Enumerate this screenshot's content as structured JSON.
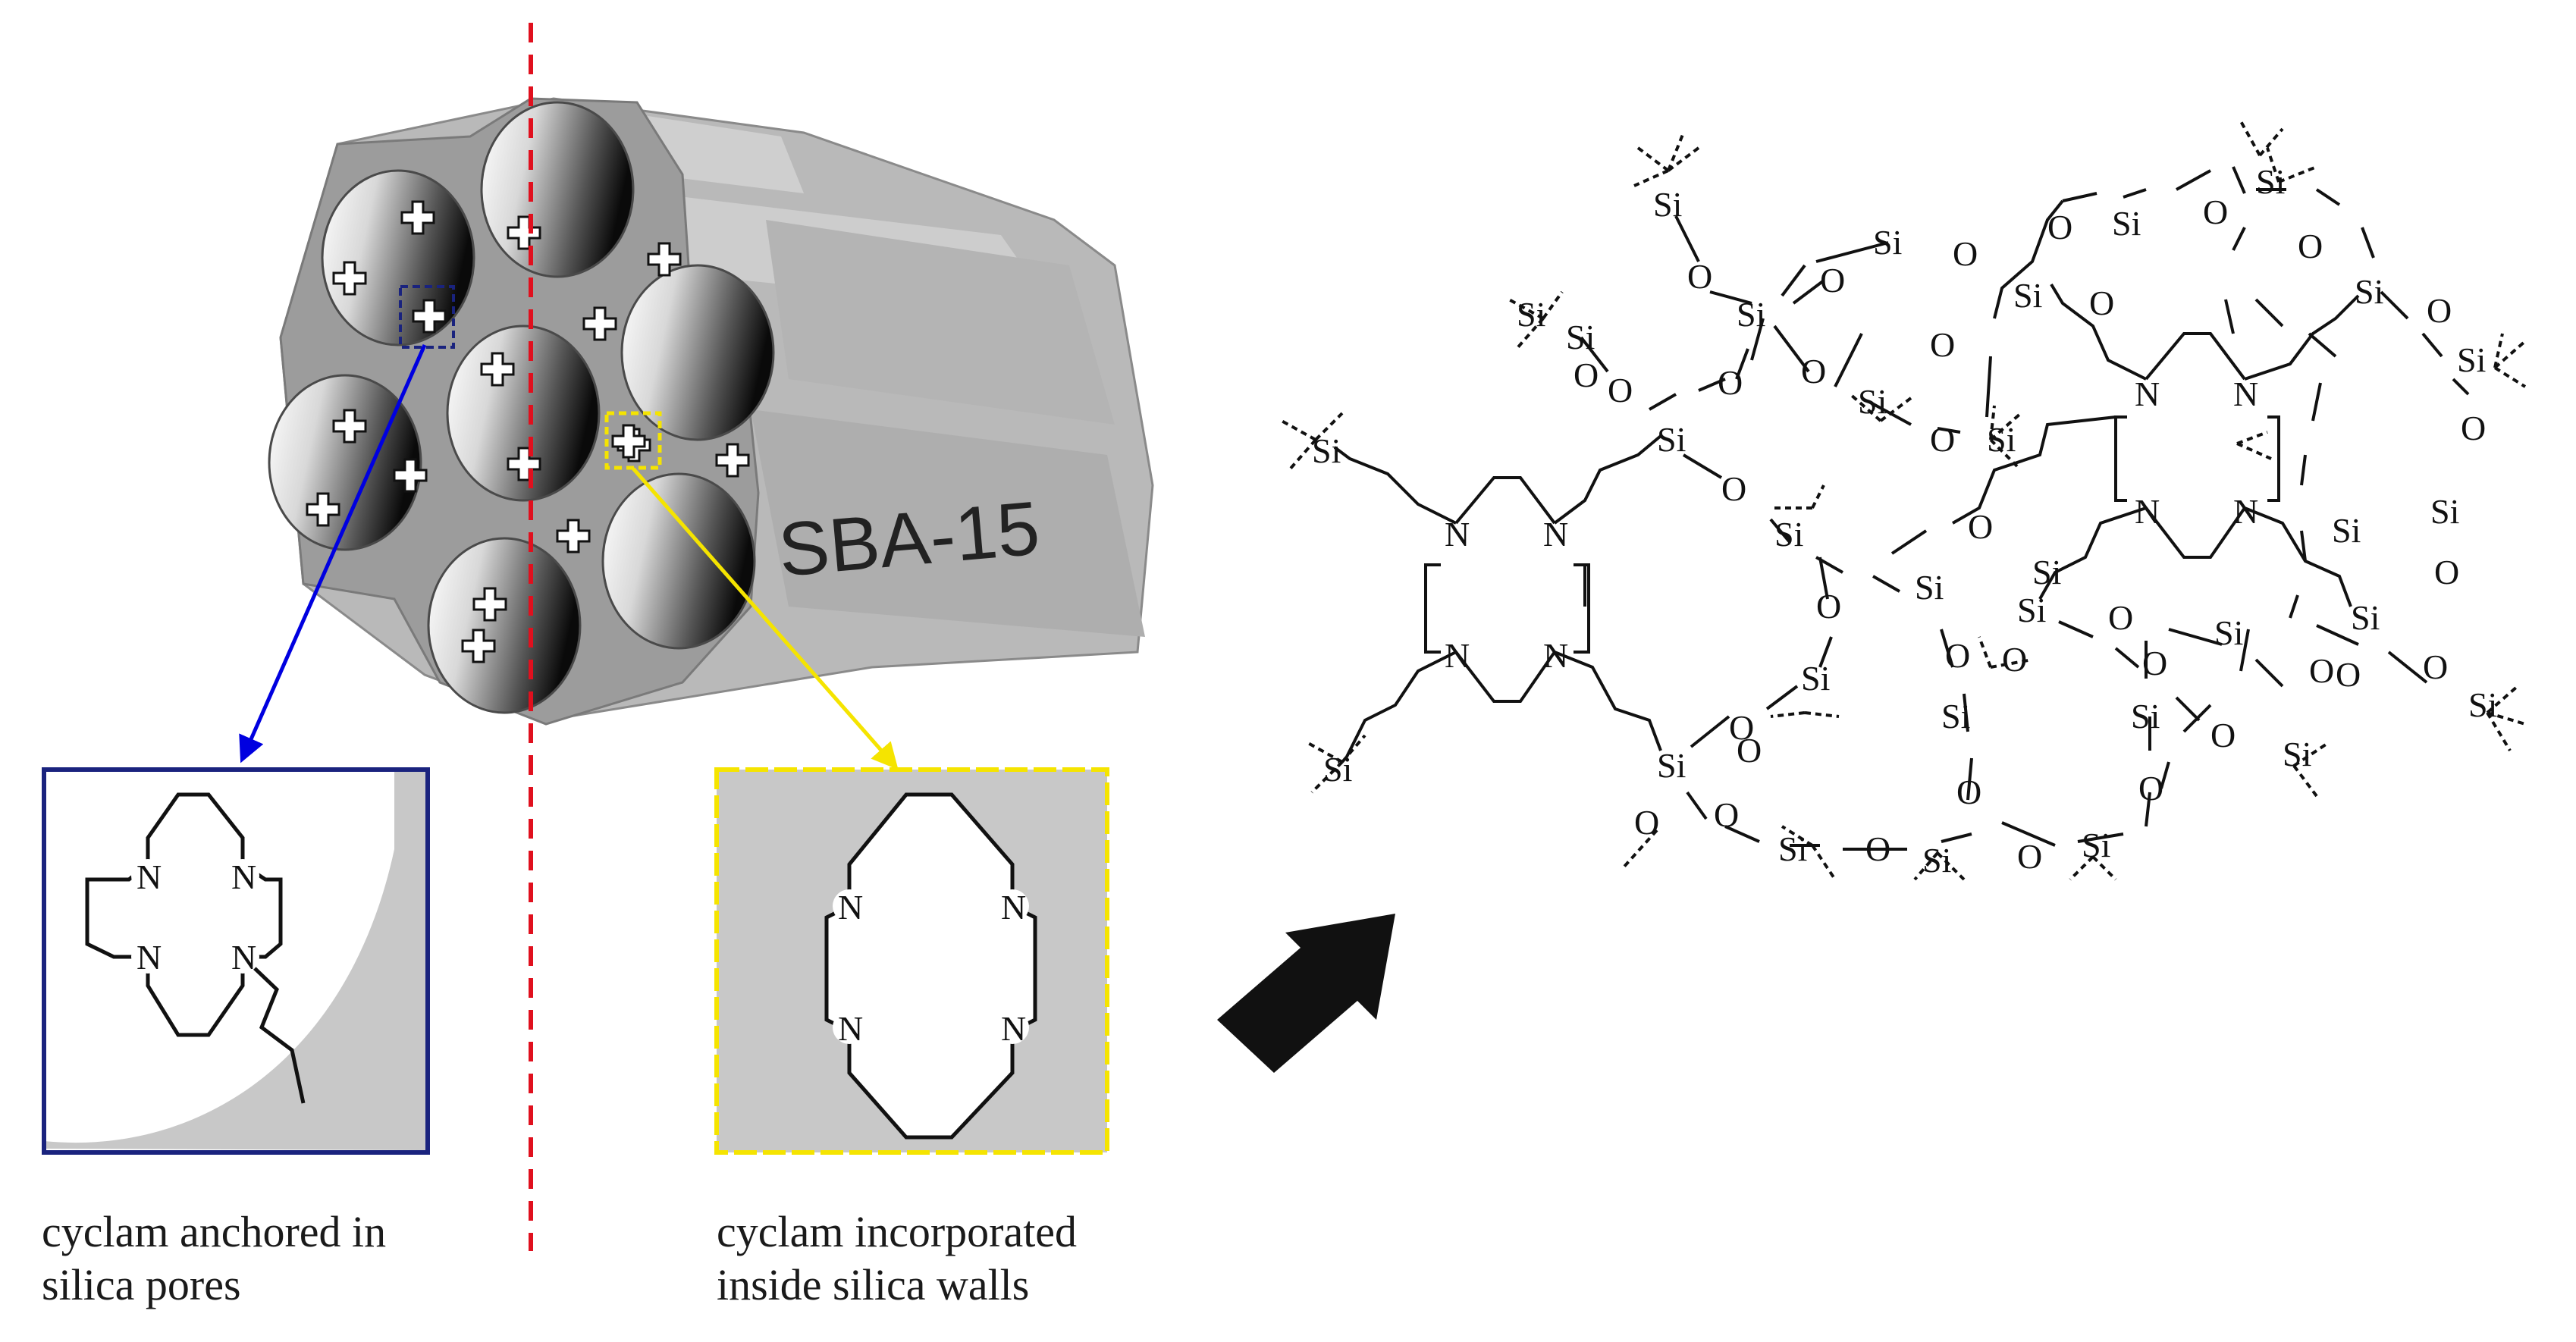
{
  "sba_label": "SBA-15",
  "caption_left": [
    "cyclam anchored in",
    "silica pores"
  ],
  "caption_right": [
    "cyclam incorporated",
    "inside silica walls"
  ],
  "atoms": {
    "nitrogen": "N",
    "silicon": "Si",
    "oxygen": "O"
  },
  "colors": {
    "wall_front": "#9c9c9c",
    "wall_top": "#cfcfcf",
    "wall_side": "#b4b4b4",
    "blue_line": "#0000e0",
    "blue_box": "#1a237e",
    "yellow_line": "#f5e400",
    "red_dash": "#e0101e",
    "black": "#111111"
  },
  "icons": [
    "blue-pointer-arrow",
    "yellow-pointer-arrow",
    "black-block-arrow"
  ]
}
